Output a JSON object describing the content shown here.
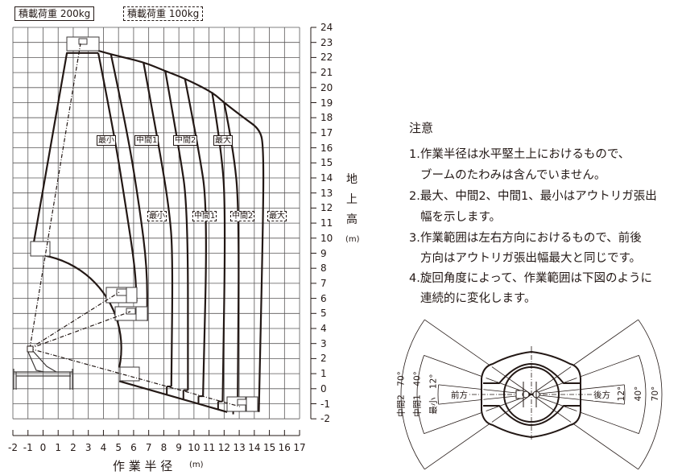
{
  "legend": {
    "load_200": "積載荷重 200kg",
    "load_100": "積載荷重 100kg"
  },
  "y_axis": {
    "ticks": [
      "24",
      "23",
      "22",
      "21",
      "20",
      "19",
      "18",
      "17",
      "16",
      "15",
      "14",
      "13",
      "12",
      "11",
      "10",
      "9",
      "8",
      "7",
      "6",
      "5",
      "4",
      "3",
      "2",
      "1",
      "0",
      "-1",
      "-2"
    ],
    "label_chars": [
      "地",
      "上",
      "高"
    ],
    "unit": "(m)"
  },
  "x_axis": {
    "ticks": [
      "-2",
      "-1",
      "0",
      "1",
      "2",
      "3",
      "4",
      "5",
      "6",
      "7",
      "8",
      "9",
      "10",
      "11",
      "12",
      "13",
      "14",
      "15",
      "16",
      "17"
    ],
    "label": "作 業 半 径",
    "unit": "(m)"
  },
  "outrigger_labels_200": [
    "最小",
    "中間1",
    "中間2",
    "最大"
  ],
  "outrigger_labels_100": [
    "最小",
    "中間1",
    "中間2",
    "最大"
  ],
  "notes": {
    "title": "注意",
    "lines": [
      "1.作業半径は水平堅土上におけるもので、",
      "ブームのたわみは含んでいません。",
      "2.最大、中間2、中間1、最小はアウトリガ張出",
      "幅を示します。",
      "3.作業範囲は左右方向におけるもので、前後",
      "方向はアウトリガ張出幅最大と同じです。",
      "4.旋回角度によって、作業範囲は下図のように",
      "連続的に変化します。"
    ]
  },
  "rotation_diagram": {
    "front": "前方",
    "rear": "後方",
    "left_labels": [
      "中間2　70°",
      "中間1　40°",
      "最小　12°"
    ],
    "right_labels": [
      "12°",
      "40°",
      "70°"
    ]
  },
  "colors": {
    "ink": "#231815",
    "grid": "#595757"
  }
}
